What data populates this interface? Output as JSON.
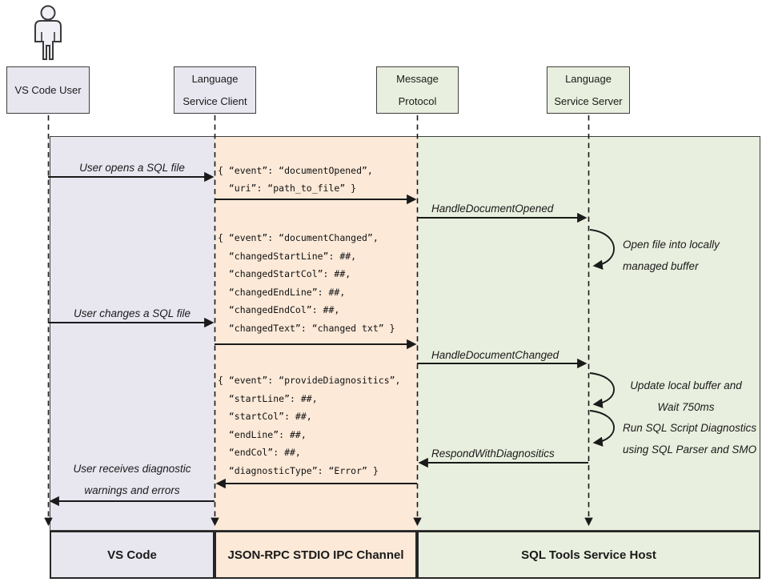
{
  "colors": {
    "lavender": "#e8e7f0",
    "peach": "#fce9d8",
    "green": "#e9efde",
    "border": "#3f3f3f",
    "line": "#1a1a1a"
  },
  "actors": [
    {
      "line1": "VS Code User"
    },
    {
      "line1": "Language",
      "line2": "Service Client"
    },
    {
      "line1": "Message",
      "line2": "Protocol"
    },
    {
      "line1": "Language",
      "line2": "Service Server"
    }
  ],
  "messages": {
    "user_opens": "User opens a SQL file",
    "doc_opened_json": "{ “event”: “documentOpened”,\n  “uri”: “path_to_file” }",
    "handle_doc_opened": "HandleDocumentOpened",
    "note_open_file": "Open file into locally\nmanaged buffer",
    "doc_changed_json": "{ “event”: “documentChanged”,\n  “changedStartLine”: ##,\n  “changedStartCol”: ##,\n  “changedEndLine”: ##,\n  “changedEndCol”: ##,\n  “changedText”: “changed txt” }",
    "user_changes": "User changes a SQL file",
    "handle_doc_changed": "HandleDocumentChanged",
    "note_update_buffer": "Update local buffer and\nWait 750ms",
    "note_run_diagnostics": "Run SQL Script Diagnostics\nusing SQL Parser and SMO",
    "respond_with_diagnostics": "RespondWithDiagnositics",
    "provide_diagnostics_json": "{ “event”: “provideDiagnositics”,\n  “startLine”: ##,\n  “startCol”: ##,\n  “endLine”: ##,\n  “endCol”: ##,\n  “diagnosticType”: “Error” }",
    "user_receives": "User receives diagnostic\nwarnings and errors"
  },
  "lanes": {
    "vscode": "VS Code",
    "ipc": "JSON-RPC STDIO IPC Channel",
    "host": "SQL Tools Service Host"
  }
}
